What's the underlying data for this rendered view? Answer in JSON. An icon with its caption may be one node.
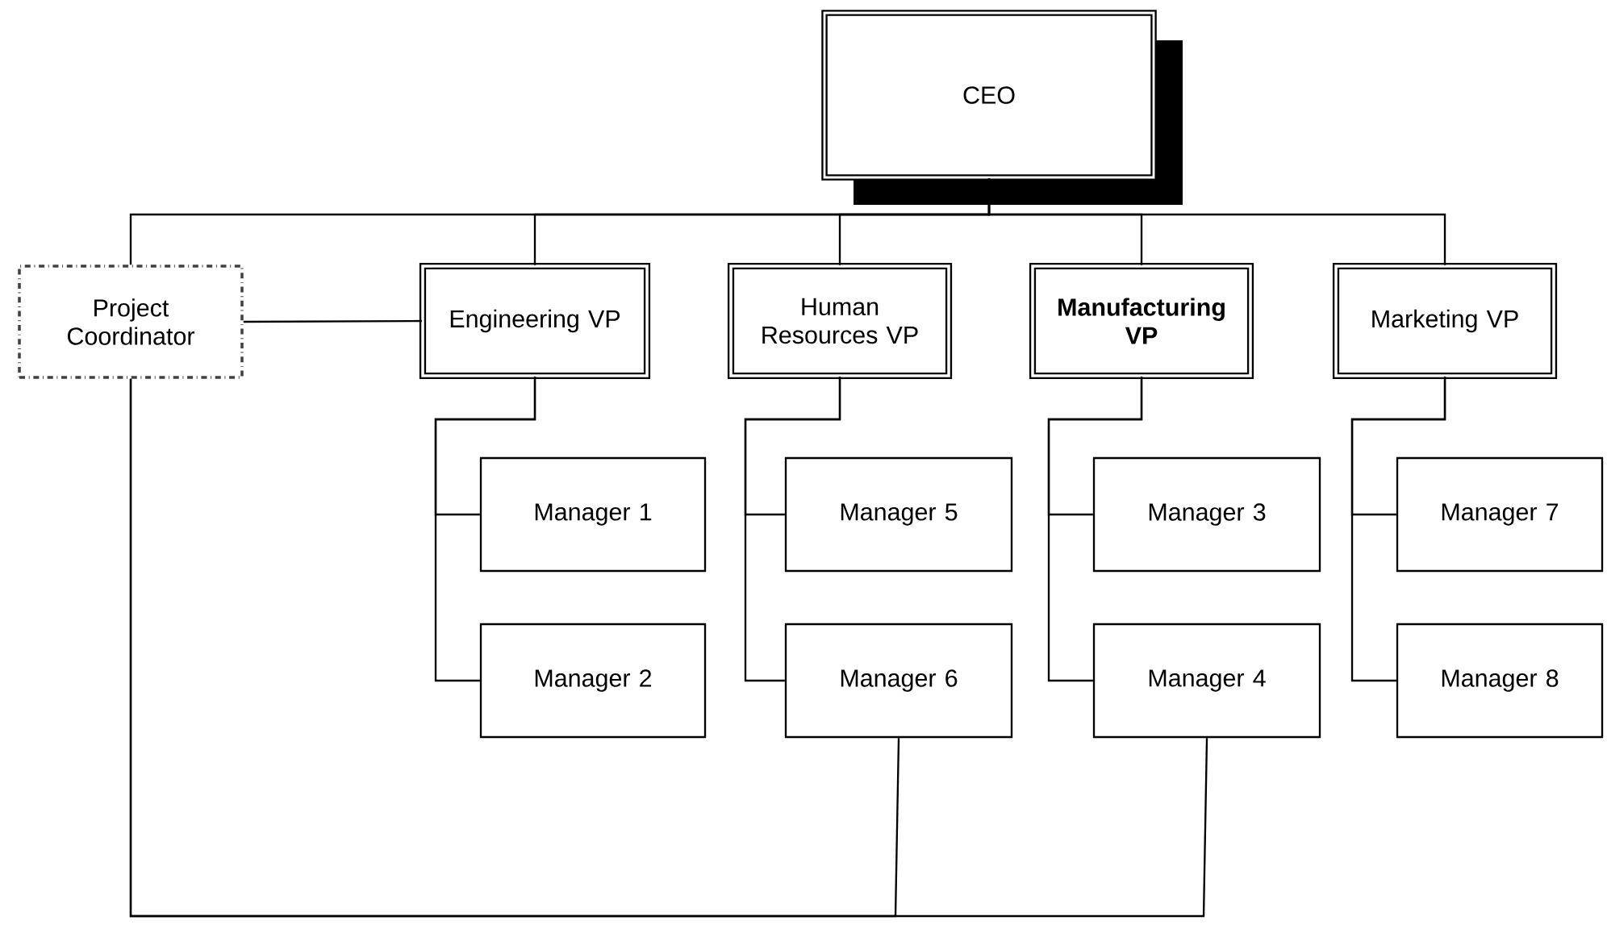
{
  "diagram": {
    "nodes": [
      {
        "text": [
          "CEO"
        ]
      },
      {
        "text": [
          "Project Coordinator"
        ]
      },
      {
        "text": [
          "Engineering VP"
        ]
      },
      {
        "text": [
          "Human Resources VP"
        ]
      },
      {
        "text": [
          "Manufacturing VP"
        ]
      },
      {
        "text": [
          "Marketing VP"
        ]
      },
      {
        "text": [
          "Manager 1"
        ]
      },
      {
        "text": [
          "Manager 2"
        ]
      },
      {
        "text": [
          "Manager 5"
        ]
      },
      {
        "text": [
          "Manager 6"
        ]
      },
      {
        "text": [
          "Manager 3"
        ]
      },
      {
        "text": [
          "Manager 4"
        ]
      },
      {
        "text": [
          "Manager 7"
        ]
      },
      {
        "text": [
          "Manager 8"
        ]
      }
    ],
    "edges": [
      {
        "from": 0,
        "to": 1,
        "arrow": "none"
      },
      {
        "from": 0,
        "to": 2,
        "arrow": "none"
      },
      {
        "from": 0,
        "to": 3,
        "arrow": "none"
      },
      {
        "from": 0,
        "to": 4,
        "arrow": "none"
      },
      {
        "from": 0,
        "to": 5,
        "arrow": "none"
      },
      {
        "from": 1,
        "to": 2,
        "arrow": "none"
      },
      {
        "from": 2,
        "to": 6,
        "arrow": "none"
      },
      {
        "from": 2,
        "to": 7,
        "arrow": "none"
      },
      {
        "from": 3,
        "to": 8,
        "arrow": "none"
      },
      {
        "from": 3,
        "to": 9,
        "arrow": "none"
      },
      {
        "from": 4,
        "to": 10,
        "arrow": "none"
      },
      {
        "from": 4,
        "to": 11,
        "arrow": "none"
      },
      {
        "from": 5,
        "to": 12,
        "arrow": "none"
      },
      {
        "from": 5,
        "to": 13,
        "arrow": "none"
      },
      {
        "from": 1,
        "to": 9,
        "arrow": "none"
      },
      {
        "from": 1,
        "to": 11,
        "arrow": "none"
      }
    ]
  }
}
